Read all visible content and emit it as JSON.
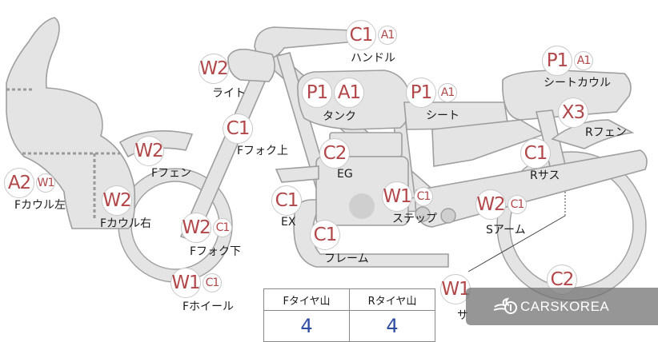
{
  "markers": [
    {
      "id": "handle",
      "label": "ハンドル",
      "codes": [
        "C1",
        "A1"
      ],
      "sizes": [
        "big",
        "small"
      ],
      "box": [
        432,
        25
      ],
      "text": [
        438,
        62
      ]
    },
    {
      "id": "light",
      "label": "ライト",
      "codes": [
        "W2"
      ],
      "sizes": [
        "big"
      ],
      "box": [
        248,
        67
      ],
      "text": [
        265,
        106
      ]
    },
    {
      "id": "tank",
      "label": "タンク",
      "codes": [
        "P1",
        "A1"
      ],
      "sizes": [
        "big",
        "big"
      ],
      "box": [
        377,
        97
      ],
      "text": [
        403,
        135
      ]
    },
    {
      "id": "seat",
      "label": "シート",
      "codes": [
        "P1",
        "A1"
      ],
      "sizes": [
        "big",
        "small"
      ],
      "box": [
        507,
        97
      ],
      "text": [
        532,
        134
      ]
    },
    {
      "id": "seat-cowl",
      "label": "シートカウル",
      "codes": [
        "P1",
        "A1"
      ],
      "sizes": [
        "big",
        "small"
      ],
      "box": [
        677,
        57
      ],
      "text": [
        679,
        93
      ]
    },
    {
      "id": "r-fender",
      "label": "Rフェン",
      "codes": [
        "X3"
      ],
      "sizes": [
        "big"
      ],
      "box": [
        697,
        122
      ],
      "text": [
        731,
        155
      ]
    },
    {
      "id": "f-fork-upper",
      "label": "Fフォク上",
      "codes": [
        "C1"
      ],
      "sizes": [
        "big"
      ],
      "box": [
        278,
        142
      ],
      "text": [
        296,
        178
      ]
    },
    {
      "id": "f-fender",
      "label": "Fフェン",
      "codes": [
        "W2"
      ],
      "sizes": [
        "big"
      ],
      "box": [
        167,
        170
      ],
      "text": [
        189,
        206
      ]
    },
    {
      "id": "engine",
      "label": "EG",
      "codes": [
        "C2"
      ],
      "sizes": [
        "big"
      ],
      "box": [
        399,
        173
      ],
      "text": [
        421,
        210
      ]
    },
    {
      "id": "r-suspension",
      "label": "Rサス",
      "codes": [
        "C1"
      ],
      "sizes": [
        "big"
      ],
      "box": [
        650,
        173
      ],
      "text": [
        662,
        209
      ]
    },
    {
      "id": "f-cowl-left",
      "label": "Fカウル左",
      "codes": [
        "A2",
        "W1"
      ],
      "sizes": [
        "big",
        "small"
      ],
      "box": [
        5,
        210
      ],
      "text": [
        18,
        246
      ]
    },
    {
      "id": "f-cowl-right",
      "label": "Fカウル右",
      "codes": [
        "W2"
      ],
      "sizes": [
        "big"
      ],
      "box": [
        127,
        232
      ],
      "text": [
        125,
        269
      ]
    },
    {
      "id": "exhaust",
      "label": "EX",
      "codes": [
        "C1"
      ],
      "sizes": [
        "big"
      ],
      "box": [
        339,
        232
      ],
      "text": [
        351,
        270
      ]
    },
    {
      "id": "step",
      "label": "ステップ",
      "codes": [
        "W1",
        "C1"
      ],
      "sizes": [
        "big",
        "small"
      ],
      "box": [
        477,
        227
      ],
      "text": [
        490,
        263
      ]
    },
    {
      "id": "swing-arm",
      "label": "Sアーム",
      "codes": [
        "W2",
        "C1"
      ],
      "sizes": [
        "big",
        "small"
      ],
      "box": [
        594,
        237
      ],
      "text": [
        607,
        277
      ]
    },
    {
      "id": "frame",
      "label": "フレーム",
      "codes": [
        "C1"
      ],
      "sizes": [
        "big"
      ],
      "box": [
        387,
        275
      ],
      "text": [
        405,
        313
      ]
    },
    {
      "id": "f-fork-lower",
      "label": "Fフォク下",
      "codes": [
        "W2",
        "C1"
      ],
      "sizes": [
        "big",
        "small"
      ],
      "box": [
        226,
        266
      ],
      "text": [
        237,
        304
      ]
    },
    {
      "id": "f-wheel",
      "label": "Fホイール",
      "codes": [
        "W1",
        "C1"
      ],
      "sizes": [
        "big",
        "small"
      ],
      "box": [
        213,
        335
      ],
      "text": [
        228,
        373
      ]
    },
    {
      "id": "r-wheel",
      "label": "サ",
      "codes": [
        "W1"
      ],
      "sizes": [
        "big"
      ],
      "box": [
        550,
        343
      ],
      "text": [
        571,
        384
      ]
    },
    {
      "id": "r-wheel-2",
      "label": "",
      "codes": [
        "C2"
      ],
      "sizes": [
        "big"
      ],
      "box": [
        683,
        331
      ],
      "text": [
        0,
        0
      ]
    }
  ],
  "tire_table": {
    "headers": [
      "Fタイヤ山",
      "Rタイヤ山"
    ],
    "values": [
      "4",
      "4"
    ]
  },
  "watermark": {
    "text": "CARSKOREA",
    "logo": "flame-logo-icon"
  },
  "colors": {
    "code": "#b2474a",
    "tire_value": "#2f4da3",
    "part_fill": "#e4e4e4",
    "part_stroke": "#9e9e9e"
  }
}
